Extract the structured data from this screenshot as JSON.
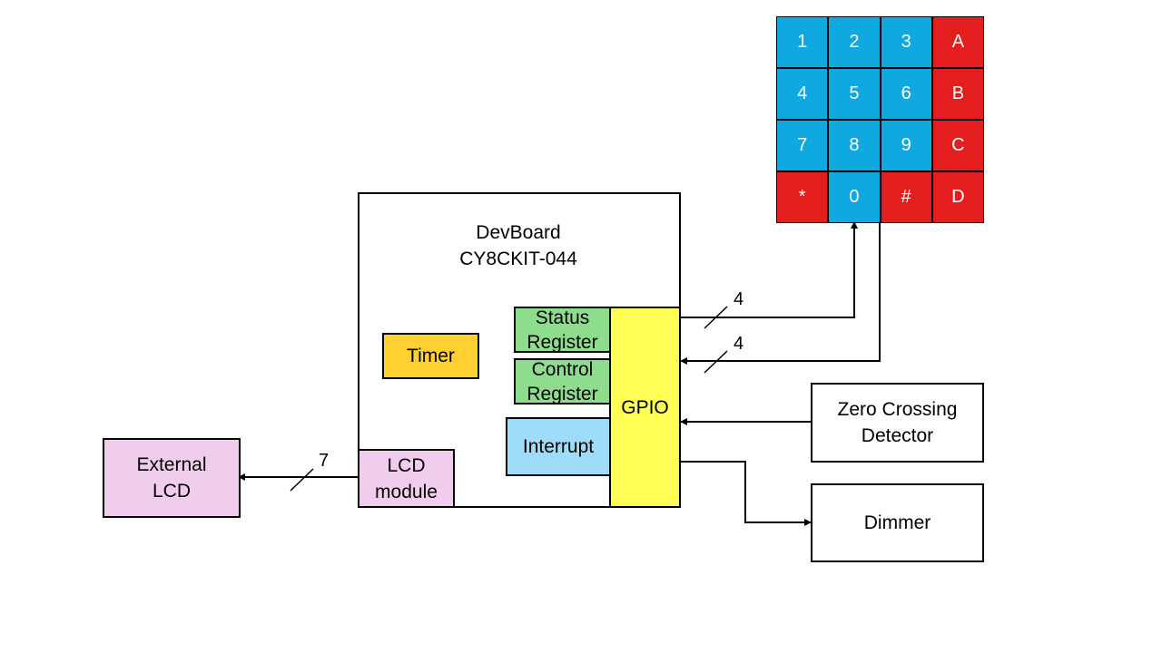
{
  "devboard": {
    "line1": "DevBoard",
    "line2": "CY8CKIT-044"
  },
  "blocks": {
    "timer": "Timer",
    "status_register": "Status\nRegister",
    "control_register": "Control\nRegister",
    "interrupt": "Interrupt",
    "gpio": "GPIO",
    "lcd_module": "LCD\nmodule",
    "external_lcd": "External\nLCD",
    "zero_crossing": "Zero Crossing\nDetector",
    "dimmer": "Dimmer"
  },
  "bus_widths": {
    "keypad_out": "4",
    "keypad_in": "4",
    "lcd": "7"
  },
  "keypad": {
    "rows": [
      [
        {
          "label": "1",
          "type": "digit"
        },
        {
          "label": "2",
          "type": "digit"
        },
        {
          "label": "3",
          "type": "digit"
        },
        {
          "label": "A",
          "type": "letter"
        }
      ],
      [
        {
          "label": "4",
          "type": "digit"
        },
        {
          "label": "5",
          "type": "digit"
        },
        {
          "label": "6",
          "type": "digit"
        },
        {
          "label": "B",
          "type": "letter"
        }
      ],
      [
        {
          "label": "7",
          "type": "digit"
        },
        {
          "label": "8",
          "type": "digit"
        },
        {
          "label": "9",
          "type": "digit"
        },
        {
          "label": "C",
          "type": "letter"
        }
      ],
      [
        {
          "label": "*",
          "type": "letter"
        },
        {
          "label": "0",
          "type": "digit"
        },
        {
          "label": "#",
          "type": "letter"
        },
        {
          "label": "D",
          "type": "letter"
        }
      ]
    ]
  },
  "colors": {
    "timer": "#FFD030",
    "register": "#8EDC8E",
    "interrupt": "#9EDCF8",
    "gpio": "#FFFF55",
    "lcd": "#F0CDEC",
    "key_digit": "#10A8E0",
    "key_letter": "#E41E1E"
  }
}
